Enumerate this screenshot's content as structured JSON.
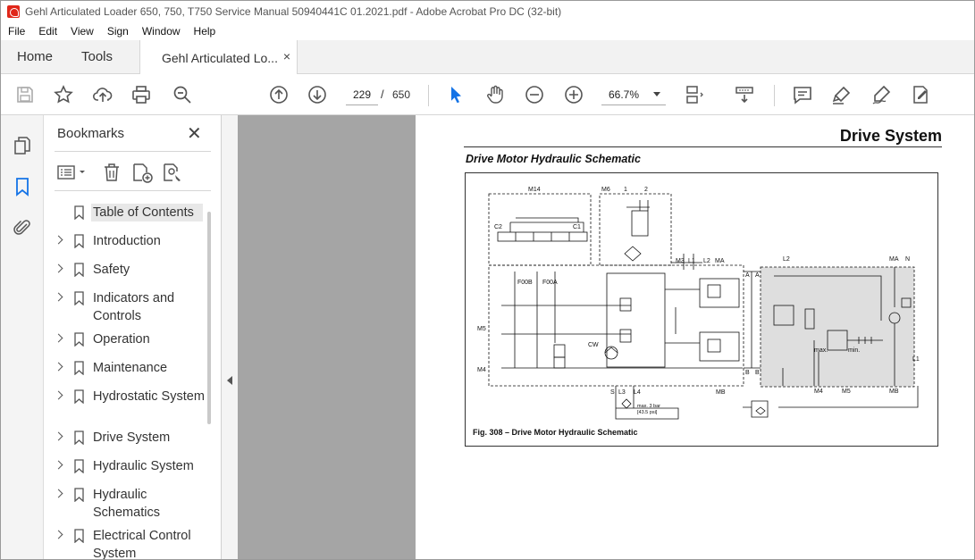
{
  "window": {
    "title": "Gehl Articulated Loader 650, 750, T750 Service Manual 50940441C 01.2021.pdf - Adobe Acrobat Pro DC (32-bit)"
  },
  "menu": [
    "File",
    "Edit",
    "View",
    "Sign",
    "Window",
    "Help"
  ],
  "tabs": {
    "home": "Home",
    "tools": "Tools",
    "document": "Gehl Articulated Lo...",
    "close": "×"
  },
  "toolbar": {
    "current_page": "229",
    "separator": "/",
    "total_pages": "650",
    "zoom": "66.7%"
  },
  "bookmarks": {
    "title": "Bookmarks",
    "close": "✕",
    "items": [
      {
        "label": "Table of Contents",
        "expandable": false,
        "selected": true
      },
      {
        "label": "Introduction",
        "expandable": true
      },
      {
        "label": "Safety",
        "expandable": true
      },
      {
        "label": "Indicators and Controls",
        "expandable": true
      },
      {
        "label": "Operation",
        "expandable": true
      },
      {
        "label": "Maintenance",
        "expandable": true
      },
      {
        "label": "Hydrostatic System",
        "expandable": true
      },
      {
        "label": "Drive System",
        "expandable": true
      },
      {
        "label": "Hydraulic System",
        "expandable": true
      },
      {
        "label": "Hydraulic Schematics",
        "expandable": true
      },
      {
        "label": "Electrical Control System",
        "expandable": true
      }
    ]
  },
  "document": {
    "heading": "Drive System",
    "subheading": "Drive Motor Hydraulic Schematic",
    "figure_caption": "Fig. 308 – Drive Motor Hydraulic Schematic",
    "schematic_labels": {
      "m14": "M14",
      "m6": "M6",
      "p1": "1",
      "p2": "2",
      "c2": "C2",
      "c1": "C1",
      "f00b": "F00B",
      "f00a": "F00A",
      "m3": "M3",
      "l1": "L1",
      "l2": "L2",
      "ma": "MA",
      "l2b": "L2",
      "ma2": "MA",
      "n": "N",
      "m5": "M5",
      "m4": "M4",
      "cw": "CW",
      "a1": "A",
      "a2": "A",
      "b1": "B",
      "b2": "B",
      "mb": "MB",
      "s": "S",
      "l3": "L3",
      "l4": "L4",
      "m4b": "M4",
      "m5b": "M5",
      "mb2": "MB",
      "l1b": "L1",
      "max": "max.",
      "min": "min.",
      "bar": "max. 3 bar",
      "psi": "[43.5 psi]"
    }
  }
}
